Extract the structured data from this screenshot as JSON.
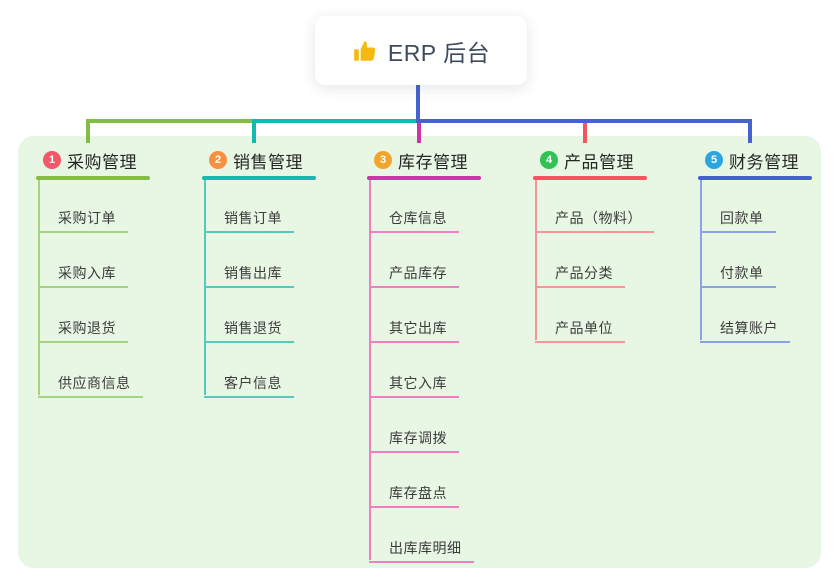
{
  "root": {
    "title": "ERP 后台",
    "icon": "thumbs-up-icon",
    "icon_color": "#f5b90f"
  },
  "canvas": {
    "background": "#ffffff",
    "panel_background": "#e8f6e4",
    "trunk_color": "#4562cf"
  },
  "branches": [
    {
      "badge": "1",
      "badge_color": "#f25868",
      "title": "采购管理",
      "line_color": "#84bd45",
      "child_line_color": "#a6d383",
      "children": [
        "采购订单",
        "采购入库",
        "采购退货",
        "供应商信息"
      ]
    },
    {
      "badge": "2",
      "badge_color": "#fb8f40",
      "title": "销售管理",
      "line_color": "#17b8ae",
      "child_line_color": "#56cac1",
      "children": [
        "销售订单",
        "销售出库",
        "销售退货",
        "客户信息"
      ]
    },
    {
      "badge": "3",
      "badge_color": "#cc35a6",
      "badge_color_note": "badge itself is amber",
      "badge_fill": "#f3a42a",
      "title": "库存管理",
      "line_color": "#cc35a6",
      "child_line_color": "#ef7ec2",
      "children": [
        "仓库信息",
        "产品库存",
        "其它出库",
        "其它入库",
        "库存调拨",
        "库存盘点",
        "出库库明细"
      ]
    },
    {
      "badge": "4",
      "badge_fill": "#30c353",
      "title": "产品管理",
      "line_color": "#f4555e",
      "child_line_color": "#f8959a",
      "children": [
        "产品（物料）",
        "产品分类",
        "产品单位"
      ]
    },
    {
      "badge": "5",
      "badge_fill": "#2aa7e1",
      "title": "财务管理",
      "line_color": "#4562cf",
      "child_line_color": "#8ba3e6",
      "children": [
        "回款单",
        "付款单",
        "结算账户"
      ]
    }
  ]
}
